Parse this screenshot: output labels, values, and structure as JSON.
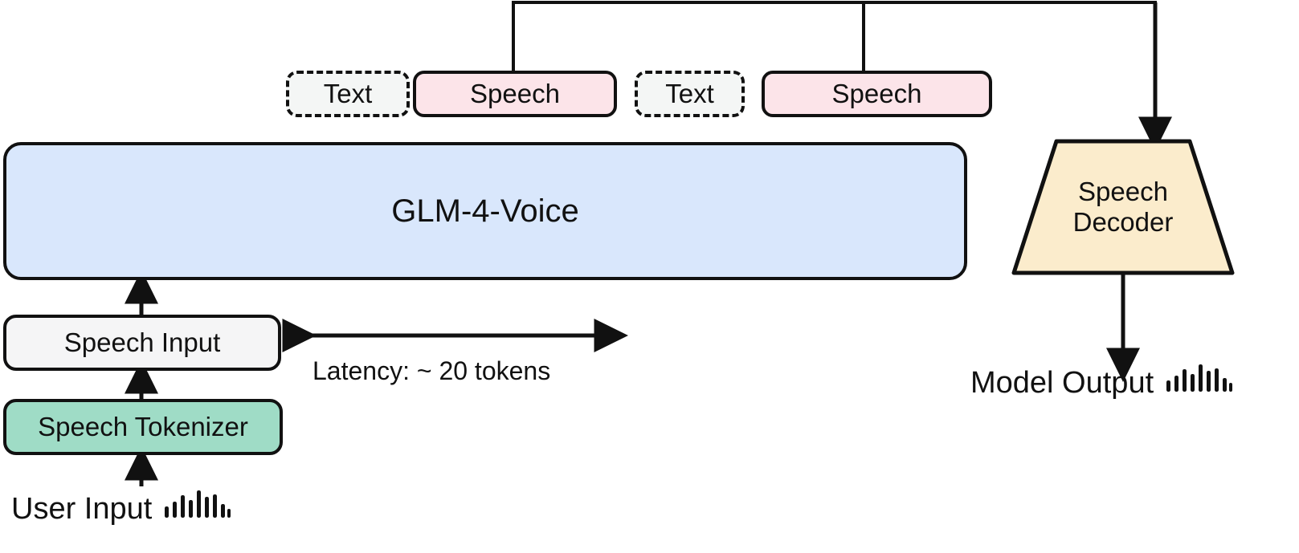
{
  "diagram": {
    "title": "GLM-4-Voice streaming speech pipeline",
    "colors": {
      "speech_token": "#fce4e9",
      "text_token": "#f4f6f5",
      "model_block": "#d9e7fc",
      "tokenizer": "#9fdcc6",
      "decoder": "#fbeccc",
      "stroke": "#111111",
      "speech_input": "#f5f5f6"
    },
    "tokens": [
      {
        "label": "Text",
        "kind": "text",
        "style": "dashed"
      },
      {
        "label": "Speech",
        "kind": "speech",
        "style": "solid"
      },
      {
        "label": "Text",
        "kind": "text",
        "style": "dashed"
      },
      {
        "label": "Speech",
        "kind": "speech",
        "style": "solid"
      }
    ],
    "model": {
      "label": "GLM-4-Voice"
    },
    "decoder": {
      "line1": "Speech",
      "line2": "Decoder"
    },
    "speech_input": {
      "label": "Speech Input"
    },
    "tokenizer": {
      "label": "Speech Tokenizer"
    },
    "latency": {
      "label": "Latency: ~ 20 tokens"
    },
    "user_input": {
      "label": "User Input",
      "icon": "audio-waveform-icon"
    },
    "model_output": {
      "label": "Model Output",
      "icon": "audio-waveform-icon"
    }
  }
}
